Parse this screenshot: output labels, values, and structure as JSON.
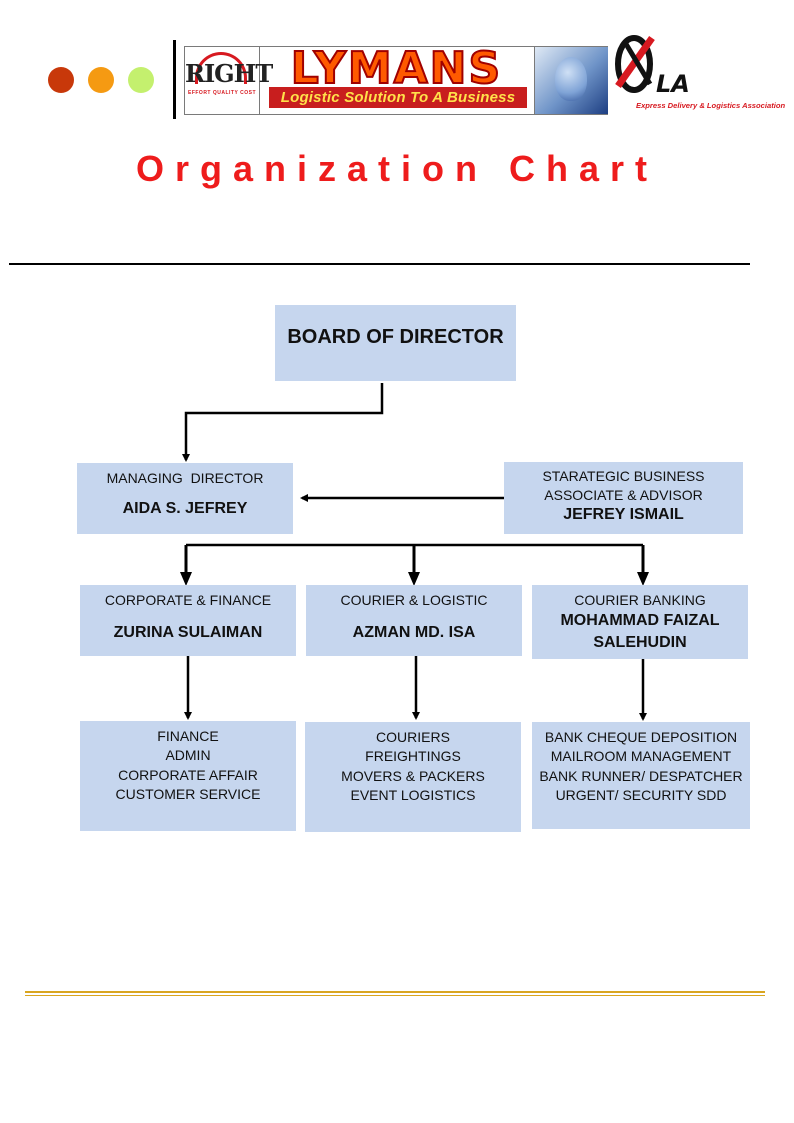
{
  "page": {
    "title": "Organization Chart",
    "title_color": "#ee1c1c"
  },
  "header": {
    "dots": [
      {
        "icon": "red-dot-icon",
        "color": "#c8380a"
      },
      {
        "icon": "orange-dot-icon",
        "color": "#f59a12"
      },
      {
        "icon": "green-dot-icon",
        "color": "#c4f06e"
      }
    ],
    "right_logo": {
      "word": "RIGHT",
      "tagline": "EFFORT QUALITY COST"
    },
    "brand": {
      "name": "LYMANS",
      "tagline": "Logistic Solution To A Business"
    },
    "association_logo": {
      "letters": "LA",
      "subtitle": "Express Delivery & Logistics Association"
    }
  },
  "org_chart": {
    "board": {
      "title": "BOARD OF DIRECTOR"
    },
    "managing_director": {
      "role": "MANAGING  DIRECTOR",
      "name": "AIDA S. JEFREY"
    },
    "advisor": {
      "role_line1": "STARATEGIC BUSINESS",
      "role_line2": "ASSOCIATE & ADVISOR",
      "name": "JEFREY ISMAIL"
    },
    "departments": [
      {
        "role": "CORPORATE & FINANCE",
        "name": "ZURINA SULAIMAN"
      },
      {
        "role": "COURIER & LOGISTIC",
        "name": "AZMAN MD. ISA"
      },
      {
        "role": "COURIER BANKING",
        "name_line1": "MOHAMMAD FAIZAL",
        "name_line2": "SALEHUDIN"
      }
    ],
    "functions": [
      [
        "FINANCE",
        "ADMIN",
        "CORPORATE AFFAIR",
        "CUSTOMER SERVICE"
      ],
      [
        "COURIERS",
        "FREIGHTINGS",
        "MOVERS & PACKERS",
        "EVENT LOGISTICS"
      ],
      [
        "BANK CHEQUE DEPOSITION",
        "MAILROOM MANAGEMENT",
        "BANK RUNNER/ DESPATCHER",
        "URGENT/ SECURITY SDD"
      ]
    ],
    "box_color": "#c6d6ee",
    "connector_color": "#000000"
  }
}
